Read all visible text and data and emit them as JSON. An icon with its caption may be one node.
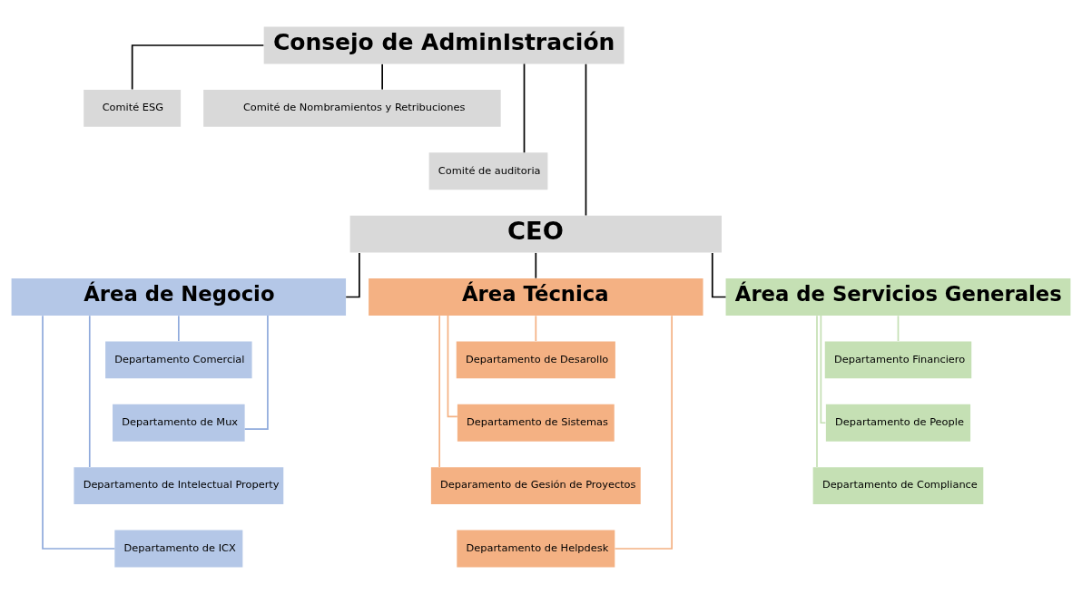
{
  "diagram": {
    "nodes": [
      {
        "text": [
          "Consejo de AdminIstración"
        ]
      },
      {
        "text": [
          "Comité ESG"
        ]
      },
      {
        "text": [
          "Comité de Nombramientos y Retribuciones"
        ]
      },
      {
        "text": [
          "Comité de auditoria"
        ]
      },
      {
        "text": [
          "CEO"
        ]
      },
      {
        "text": [
          "Área de Negocio"
        ]
      },
      {
        "text": [
          "Departamento Comercial"
        ]
      },
      {
        "text": [
          "Departamento de Mux"
        ]
      },
      {
        "text": [
          "Departamento de Intelectual Property"
        ]
      },
      {
        "text": [
          "Departamento de ICX"
        ]
      },
      {
        "text": [
          "Área Técnica"
        ]
      },
      {
        "text": [
          "Departamento de Desarollo"
        ]
      },
      {
        "text": [
          "Departamento de Sistemas"
        ]
      },
      {
        "text": [
          "Deparamento de Gesión de Proyectos"
        ]
      },
      {
        "text": [
          "Departamento de Helpdesk"
        ]
      },
      {
        "text": [
          "Área de Servicios Generales"
        ]
      },
      {
        "text": [
          "Departamento Financiero"
        ]
      },
      {
        "text": [
          "Departamento de People"
        ]
      },
      {
        "text": [
          "Departamento de Compliance"
        ]
      }
    ],
    "edges": [
      {
        "from": 0,
        "to": 1,
        "arrow": "none"
      },
      {
        "from": 0,
        "to": 2,
        "arrow": "none"
      },
      {
        "from": 0,
        "to": 3,
        "arrow": "none"
      },
      {
        "from": 0,
        "to": 4,
        "arrow": "none"
      },
      {
        "from": 4,
        "to": 5,
        "arrow": "none"
      },
      {
        "from": 4,
        "to": 10,
        "arrow": "none"
      },
      {
        "from": 4,
        "to": 15,
        "arrow": "none"
      },
      {
        "from": 5,
        "to": 6,
        "arrow": "none",
        "color": "#8faadc"
      },
      {
        "from": 5,
        "to": 7,
        "arrow": "none",
        "color": "#8faadc"
      },
      {
        "from": 5,
        "to": 8,
        "arrow": "none",
        "color": "#8faadc"
      },
      {
        "from": 5,
        "to": 9,
        "arrow": "none",
        "color": "#8faadc"
      },
      {
        "from": 10,
        "to": 11,
        "arrow": "none",
        "color": "#f4b183"
      },
      {
        "from": 10,
        "to": 12,
        "arrow": "none",
        "color": "#f4b183"
      },
      {
        "from": 10,
        "to": 13,
        "arrow": "none",
        "color": "#f4b183"
      },
      {
        "from": 10,
        "to": 14,
        "arrow": "none",
        "color": "#f4b183"
      },
      {
        "from": 15,
        "to": 16,
        "arrow": "none",
        "color": "#c5e0b4"
      },
      {
        "from": 15,
        "to": 17,
        "arrow": "none",
        "color": "#c5e0b4"
      },
      {
        "from": 15,
        "to": 18,
        "arrow": "none",
        "color": "#c5e0b4"
      }
    ]
  }
}
